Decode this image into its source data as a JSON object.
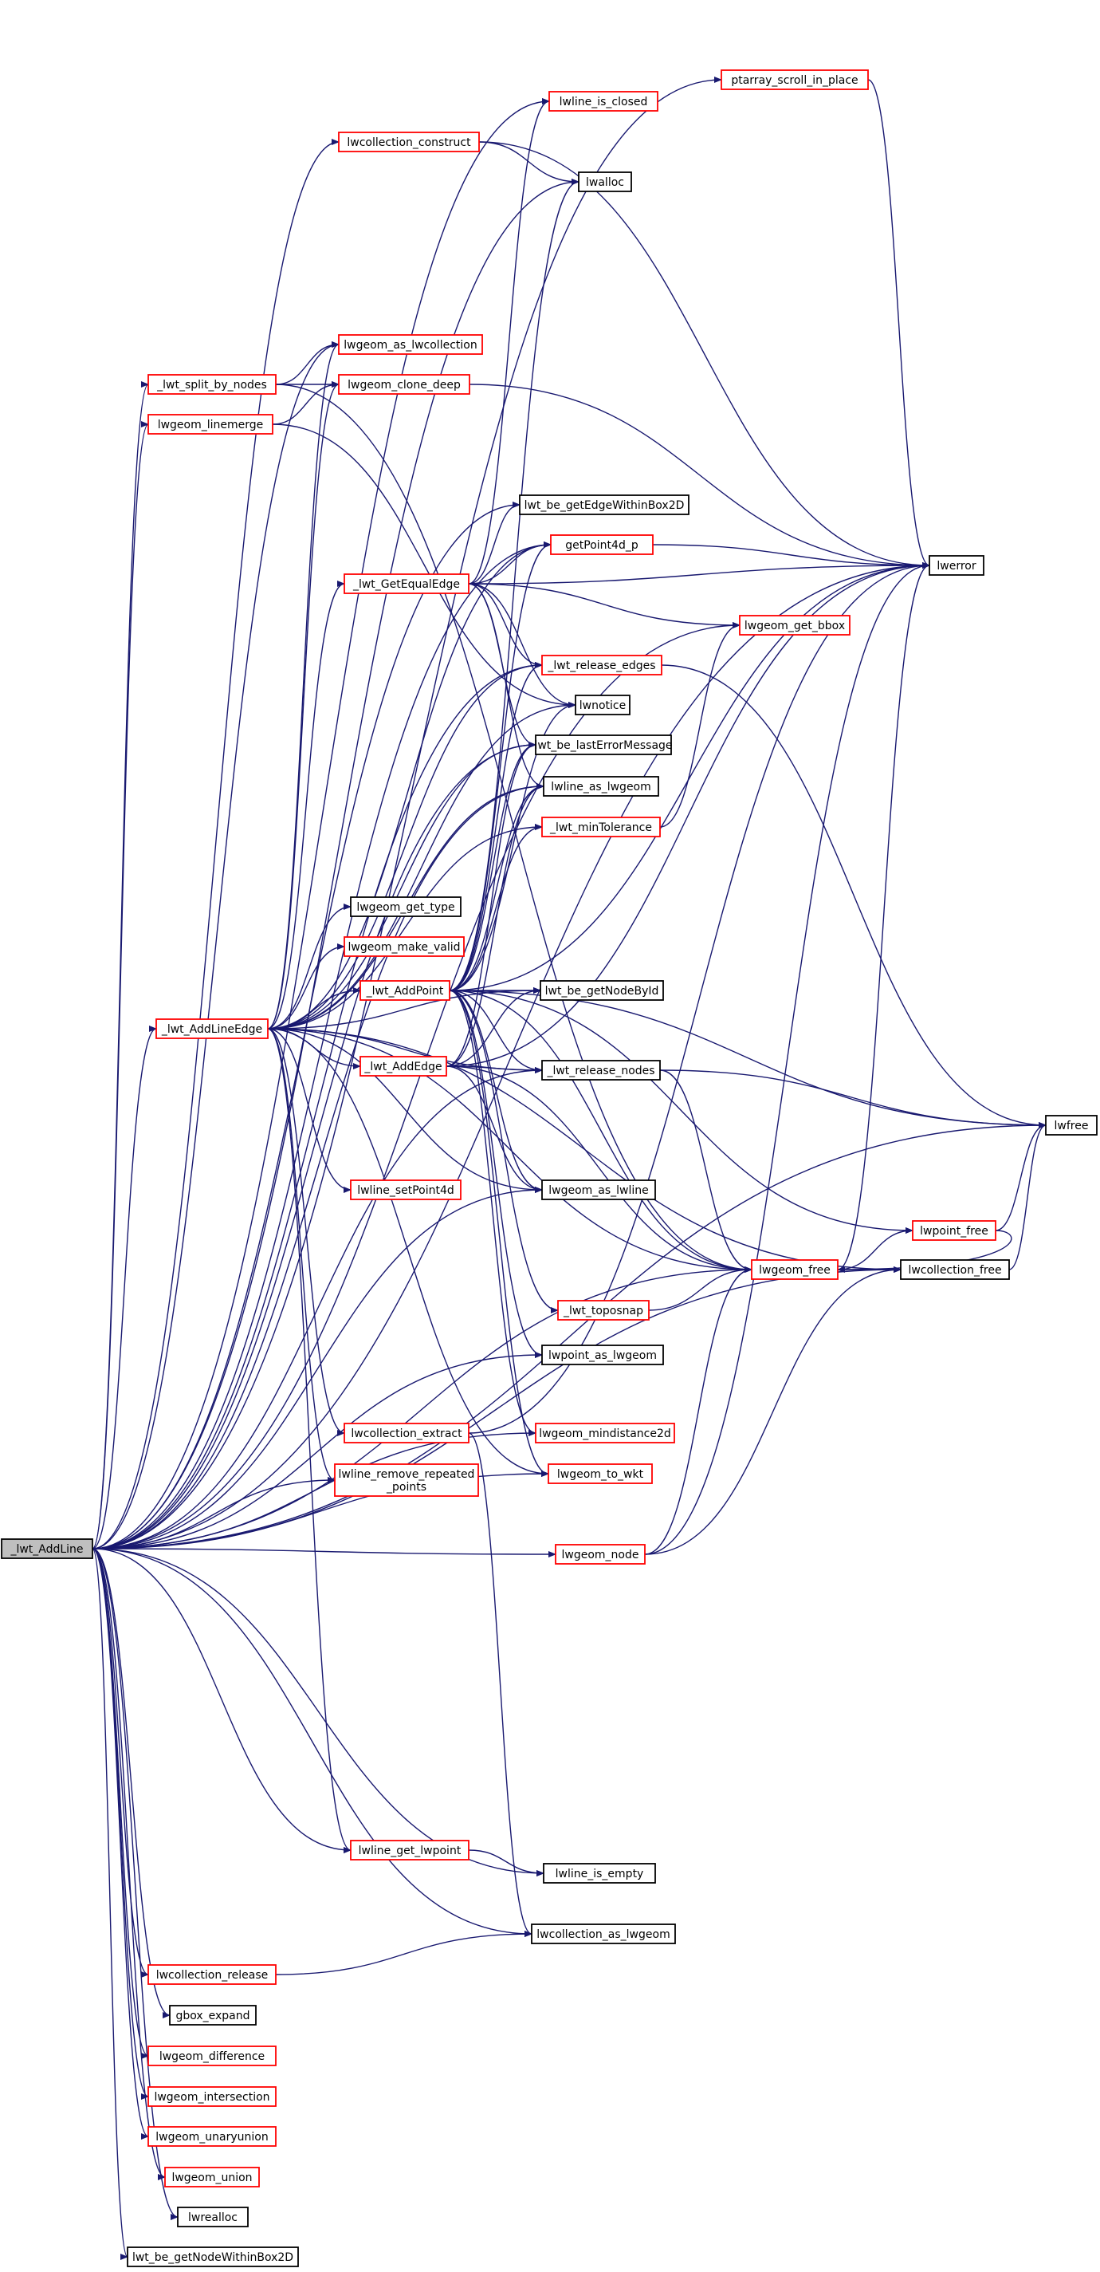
{
  "colors": {
    "edge": "#191970",
    "border_red": "#ff0000",
    "border_black": "#000000",
    "root_fill": "#bfbfbf"
  },
  "nodes": [
    {
      "id": "root",
      "label": "_lwt_AddLine",
      "border": "black",
      "root": true
    },
    {
      "id": "AddLineEdge",
      "label": "_lwt_AddLineEdge",
      "border": "red"
    },
    {
      "id": "AddPoint",
      "label": "_lwt_AddPoint",
      "border": "red"
    },
    {
      "id": "AddEdge",
      "label": "_lwt_AddEdge",
      "border": "red"
    },
    {
      "id": "GetEqualEdge",
      "label": "_lwt_GetEqualEdge",
      "border": "red"
    },
    {
      "id": "split",
      "label": "_lwt_split_by_nodes",
      "border": "red"
    },
    {
      "id": "linemerge",
      "label": "lwgeom_linemerge",
      "border": "red"
    },
    {
      "id": "lwcoll_construct",
      "label": "lwcollection_construct",
      "border": "red"
    },
    {
      "id": "lwline_is_closed",
      "label": "lwline_is_closed",
      "border": "red"
    },
    {
      "id": "ptarray_scroll",
      "label": "ptarray_scroll_in_place",
      "border": "red"
    },
    {
      "id": "lwalloc",
      "label": "lwalloc",
      "border": "black"
    },
    {
      "id": "as_lwcollection",
      "label": "lwgeom_as_lwcollection",
      "border": "red"
    },
    {
      "id": "clone_deep",
      "label": "lwgeom_clone_deep",
      "border": "red"
    },
    {
      "id": "getEdgeWithinBox2D",
      "label": "lwt_be_getEdgeWithinBox2D",
      "border": "black"
    },
    {
      "id": "getPoint4d_p",
      "label": "getPoint4d_p",
      "border": "red"
    },
    {
      "id": "lwerror",
      "label": "lwerror",
      "border": "black"
    },
    {
      "id": "get_bbox",
      "label": "lwgeom_get_bbox",
      "border": "red"
    },
    {
      "id": "release_edges",
      "label": "_lwt_release_edges",
      "border": "red"
    },
    {
      "id": "lwnotice",
      "label": "lwnotice",
      "border": "black"
    },
    {
      "id": "lastError",
      "label": "lwt_be_lastErrorMessage",
      "border": "black"
    },
    {
      "id": "lwline_as_lwgeom",
      "label": "lwline_as_lwgeom",
      "border": "black"
    },
    {
      "id": "minTolerance",
      "label": "_lwt_minTolerance",
      "border": "red"
    },
    {
      "id": "get_type",
      "label": "lwgeom_get_type",
      "border": "black"
    },
    {
      "id": "make_valid",
      "label": "lwgeom_make_valid",
      "border": "red"
    },
    {
      "id": "getNodeById",
      "label": "lwt_be_getNodeById",
      "border": "black"
    },
    {
      "id": "release_nodes",
      "label": "_lwt_release_nodes",
      "border": "black"
    },
    {
      "id": "lwfree",
      "label": "lwfree",
      "border": "black"
    },
    {
      "id": "setPoint4d",
      "label": "lwline_setPoint4d",
      "border": "red"
    },
    {
      "id": "as_lwline",
      "label": "lwgeom_as_lwline",
      "border": "black"
    },
    {
      "id": "lwpoint_free",
      "label": "lwpoint_free",
      "border": "red"
    },
    {
      "id": "lwgeom_free",
      "label": "lwgeom_free",
      "border": "red"
    },
    {
      "id": "lwcoll_free",
      "label": "lwcollection_free",
      "border": "black"
    },
    {
      "id": "toposnap",
      "label": "_lwt_toposnap",
      "border": "red"
    },
    {
      "id": "lwpoint_as_lwgeom",
      "label": "lwpoint_as_lwgeom",
      "border": "black"
    },
    {
      "id": "lwcoll_extract",
      "label": "lwcollection_extract",
      "border": "red"
    },
    {
      "id": "mindistance2d",
      "label": "lwgeom_mindistance2d",
      "border": "red"
    },
    {
      "id": "remove_repeated",
      "label": [
        "lwline_remove_repeated",
        "_points"
      ],
      "border": "red"
    },
    {
      "id": "to_wkt",
      "label": "lwgeom_to_wkt",
      "border": "red"
    },
    {
      "id": "lwgeom_node",
      "label": "lwgeom_node",
      "border": "red"
    },
    {
      "id": "get_lwpoint",
      "label": "lwline_get_lwpoint",
      "border": "red"
    },
    {
      "id": "lwline_is_empty",
      "label": "lwline_is_empty",
      "border": "black"
    },
    {
      "id": "coll_as_lwgeom",
      "label": "lwcollection_as_lwgeom",
      "border": "black"
    },
    {
      "id": "coll_release",
      "label": "lwcollection_release",
      "border": "red"
    },
    {
      "id": "gbox_expand",
      "label": "gbox_expand",
      "border": "black"
    },
    {
      "id": "difference",
      "label": "lwgeom_difference",
      "border": "red"
    },
    {
      "id": "intersection",
      "label": "lwgeom_intersection",
      "border": "red"
    },
    {
      "id": "unaryunion",
      "label": "lwgeom_unaryunion",
      "border": "red"
    },
    {
      "id": "union",
      "label": "lwgeom_union",
      "border": "red"
    },
    {
      "id": "lwrealloc",
      "label": "lwrealloc",
      "border": "black"
    },
    {
      "id": "getNodeWithinBox2D",
      "label": "lwt_be_getNodeWithinBox2D",
      "border": "black"
    }
  ],
  "edges": [
    [
      "root",
      "AddLineEdge"
    ],
    [
      "root",
      "split"
    ],
    [
      "root",
      "linemerge"
    ],
    [
      "root",
      "lwcoll_construct"
    ],
    [
      "root",
      "lwline_is_closed"
    ],
    [
      "root",
      "ptarray_scroll"
    ],
    [
      "root",
      "lwalloc"
    ],
    [
      "root",
      "as_lwcollection"
    ],
    [
      "root",
      "getEdgeWithinBox2D"
    ],
    [
      "root",
      "getPoint4d_p"
    ],
    [
      "root",
      "lwerror"
    ],
    [
      "root",
      "get_bbox"
    ],
    [
      "root",
      "release_edges"
    ],
    [
      "root",
      "lastError"
    ],
    [
      "root",
      "lwline_as_lwgeom"
    ],
    [
      "root",
      "remove_repeated"
    ],
    [
      "root",
      "as_lwline"
    ],
    [
      "root",
      "lwpoint_as_lwgeom"
    ],
    [
      "root",
      "mindistance2d"
    ],
    [
      "root",
      "to_wkt"
    ],
    [
      "root",
      "lwgeom_node"
    ],
    [
      "root",
      "get_lwpoint"
    ],
    [
      "root",
      "lwline_is_empty"
    ],
    [
      "root",
      "coll_as_lwgeom"
    ],
    [
      "root",
      "coll_release"
    ],
    [
      "root",
      "gbox_expand"
    ],
    [
      "root",
      "difference"
    ],
    [
      "root",
      "intersection"
    ],
    [
      "root",
      "unaryunion"
    ],
    [
      "root",
      "union"
    ],
    [
      "root",
      "lwrealloc"
    ],
    [
      "root",
      "getNodeWithinBox2D"
    ],
    [
      "root",
      "lwfree"
    ],
    [
      "root",
      "lwgeom_free"
    ],
    [
      "root",
      "lwcoll_free"
    ],
    [
      "root",
      "release_nodes"
    ],
    [
      "AddLineEdge",
      "AddPoint"
    ],
    [
      "AddLineEdge",
      "AddEdge"
    ],
    [
      "AddLineEdge",
      "GetEqualEdge"
    ],
    [
      "AddLineEdge",
      "as_lwcollection"
    ],
    [
      "AddLineEdge",
      "clone_deep"
    ],
    [
      "AddLineEdge",
      "getPoint4d_p"
    ],
    [
      "AddLineEdge",
      "release_edges"
    ],
    [
      "AddLineEdge",
      "lastError"
    ],
    [
      "AddLineEdge",
      "lwline_as_lwgeom"
    ],
    [
      "AddLineEdge",
      "minTolerance"
    ],
    [
      "AddLineEdge",
      "get_type"
    ],
    [
      "AddLineEdge",
      "make_valid"
    ],
    [
      "AddLineEdge",
      "getNodeById"
    ],
    [
      "AddLineEdge",
      "release_nodes"
    ],
    [
      "AddLineEdge",
      "setPoint4d"
    ],
    [
      "AddLineEdge",
      "as_lwline"
    ],
    [
      "AddLineEdge",
      "lwgeom_free"
    ],
    [
      "AddLineEdge",
      "lwcoll_free"
    ],
    [
      "AddLineEdge",
      "lwcoll_extract"
    ],
    [
      "AddLineEdge",
      "remove_repeated"
    ],
    [
      "AddLineEdge",
      "get_lwpoint"
    ],
    [
      "AddLineEdge",
      "lwnotice"
    ],
    [
      "AddLineEdge",
      "to_wkt"
    ],
    [
      "split",
      "as_lwcollection"
    ],
    [
      "split",
      "clone_deep"
    ],
    [
      "split",
      "lwgeom_free"
    ],
    [
      "linemerge",
      "clone_deep"
    ],
    [
      "linemerge",
      "lwnotice"
    ],
    [
      "lwcoll_construct",
      "lwalloc"
    ],
    [
      "lwcoll_construct",
      "lwerror"
    ],
    [
      "ptarray_scroll",
      "lwerror"
    ],
    [
      "clone_deep",
      "lwerror"
    ],
    [
      "getPoint4d_p",
      "lwerror"
    ],
    [
      "GetEqualEdge",
      "getEdgeWithinBox2D"
    ],
    [
      "GetEqualEdge",
      "getPoint4d_p"
    ],
    [
      "GetEqualEdge",
      "lwerror"
    ],
    [
      "GetEqualEdge",
      "get_bbox"
    ],
    [
      "GetEqualEdge",
      "release_edges"
    ],
    [
      "GetEqualEdge",
      "lwnotice"
    ],
    [
      "GetEqualEdge",
      "lastError"
    ],
    [
      "GetEqualEdge",
      "lwline_as_lwgeom"
    ],
    [
      "GetEqualEdge",
      "lwline_is_closed"
    ],
    [
      "release_edges",
      "lwfree"
    ],
    [
      "minTolerance",
      "get_bbox"
    ],
    [
      "AddPoint",
      "lwalloc"
    ],
    [
      "AddPoint",
      "getPoint4d_p"
    ],
    [
      "AddPoint",
      "lwerror"
    ],
    [
      "AddPoint",
      "release_edges"
    ],
    [
      "AddPoint",
      "lwnotice"
    ],
    [
      "AddPoint",
      "lastError"
    ],
    [
      "AddPoint",
      "lwline_as_lwgeom"
    ],
    [
      "AddPoint",
      "minTolerance"
    ],
    [
      "AddPoint",
      "getNodeById"
    ],
    [
      "AddPoint",
      "release_nodes"
    ],
    [
      "AddPoint",
      "lwfree"
    ],
    [
      "AddPoint",
      "as_lwline"
    ],
    [
      "AddPoint",
      "lwgeom_free"
    ],
    [
      "AddPoint",
      "toposnap"
    ],
    [
      "AddPoint",
      "lwpoint_as_lwgeom"
    ],
    [
      "AddPoint",
      "mindistance2d"
    ],
    [
      "AddPoint",
      "to_wkt"
    ],
    [
      "AddPoint",
      "lwpoint_free"
    ],
    [
      "AddEdge",
      "lwerror"
    ],
    [
      "AddEdge",
      "lastError"
    ],
    [
      "AddEdge",
      "release_nodes"
    ],
    [
      "AddEdge",
      "lwgeom_free"
    ],
    [
      "AddEdge",
      "as_lwline"
    ],
    [
      "AddEdge",
      "getNodeById"
    ],
    [
      "AddEdge",
      "lwline_as_lwgeom"
    ],
    [
      "release_nodes",
      "lwfree"
    ],
    [
      "release_nodes",
      "lwgeom_free"
    ],
    [
      "lwpoint_free",
      "lwfree"
    ],
    [
      "lwpoint_free",
      "lwgeom_free"
    ],
    [
      "lwgeom_free",
      "lwpoint_free"
    ],
    [
      "lwgeom_free",
      "lwcoll_free"
    ],
    [
      "lwgeom_free",
      "lwerror"
    ],
    [
      "lwcoll_free",
      "lwfree"
    ],
    [
      "toposnap",
      "lwgeom_free"
    ],
    [
      "lwcoll_extract",
      "lwerror"
    ],
    [
      "lwcoll_extract",
      "coll_as_lwgeom"
    ],
    [
      "lwgeom_node",
      "lwgeom_free"
    ],
    [
      "lwgeom_node",
      "lwcoll_free"
    ],
    [
      "lwgeom_node",
      "lwerror"
    ],
    [
      "get_lwpoint",
      "lwline_is_empty"
    ],
    [
      "coll_release",
      "coll_as_lwgeom"
    ]
  ]
}
